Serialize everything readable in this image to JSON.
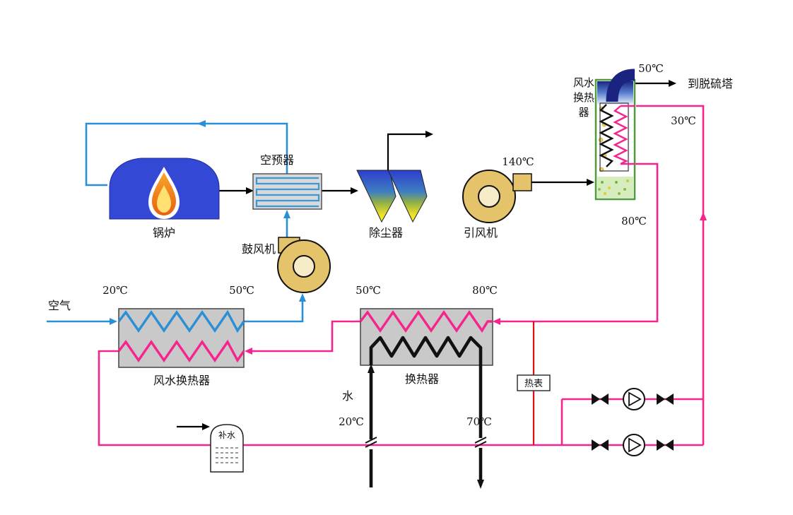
{
  "labels": {
    "air_inlet": "空气",
    "boiler": "锅炉",
    "air_preheater": "空预器",
    "forced_draft_fan": "鼓风机",
    "dust_collector": "除尘器",
    "induced_draft_fan": "引风机",
    "flue_gas_heat_exchanger": {
      "line1": "风水",
      "line2": "换热",
      "line3": "器"
    },
    "to_desulfurization_tower": "到脱硫塔",
    "air_water_heat_exchanger": "风水换热器",
    "water_heat_exchanger": "换热器",
    "heat_meter": "热表",
    "makeup_water": "补水",
    "water": "水"
  },
  "temperatures": {
    "stack_outlet": "50℃",
    "return_water": "30℃",
    "flue_gas_inlet": "140℃",
    "hot_water_supply": "80℃",
    "air_in": "20℃",
    "air_out": "50℃",
    "exchanger_out": "50℃",
    "exchanger_in": "80℃",
    "water_in": "20℃",
    "water_out": "70℃"
  },
  "colors": {
    "air_line": "#2a8fd6",
    "hot_water_line": "#f5248e",
    "flue_gas_line": "#000000",
    "heat_meter_line": "#dd1111",
    "fan_body": "#e5c36a",
    "boiler_body": "#3348d4",
    "exchanger_box": "#c9c9c9",
    "tower_outline": "#4f9a3c",
    "dust_collector_top": "#2c3ecf",
    "dust_collector_bottom": "#f2ea2c"
  }
}
